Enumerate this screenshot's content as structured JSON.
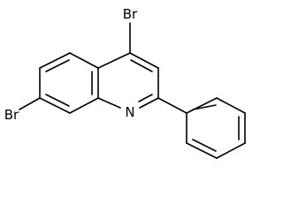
{
  "molecule": {
    "atoms": [
      {
        "id": "br4",
        "symbol": "Br"
      },
      {
        "id": "br7",
        "symbol": "Br"
      },
      {
        "id": "n1",
        "symbol": "N"
      }
    ],
    "line_color": "#000000",
    "background": "#ffffff"
  }
}
